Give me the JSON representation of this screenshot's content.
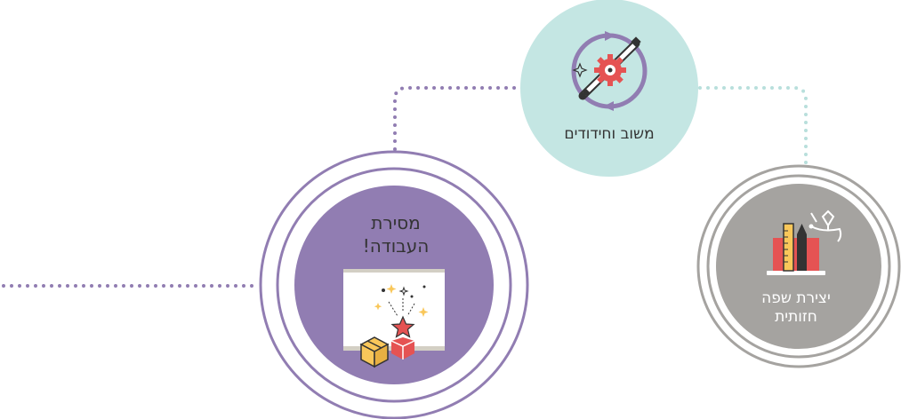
{
  "stages": {
    "feedback": {
      "label": "משוב וחידודים",
      "icon": "gear-pencil-cycle-icon",
      "fill_color": "#c4e6e3",
      "ring_color": null
    },
    "delivery": {
      "label_line1": "מסירת",
      "label_line2": "העבודה!",
      "icon": "presentation-board-gift-icon",
      "fill_color": "#917db2",
      "ring_color": "#917db2"
    },
    "visual_language": {
      "label_line1": "יצירת שפה",
      "label_line2": "חזותית",
      "icon": "laptop-design-tools-icon",
      "fill_color": "#a5a3a0",
      "ring_color": "#a5a3a0"
    }
  },
  "connectors": {
    "purple_dot_color": "#917db2",
    "teal_dot_color": "#b8dfdc"
  },
  "colors": {
    "accent_purple": "#917db2",
    "accent_teal": "#c4e6e3",
    "accent_gray": "#a5a3a0",
    "red": "#e55353",
    "yellow": "#f9c75a"
  }
}
